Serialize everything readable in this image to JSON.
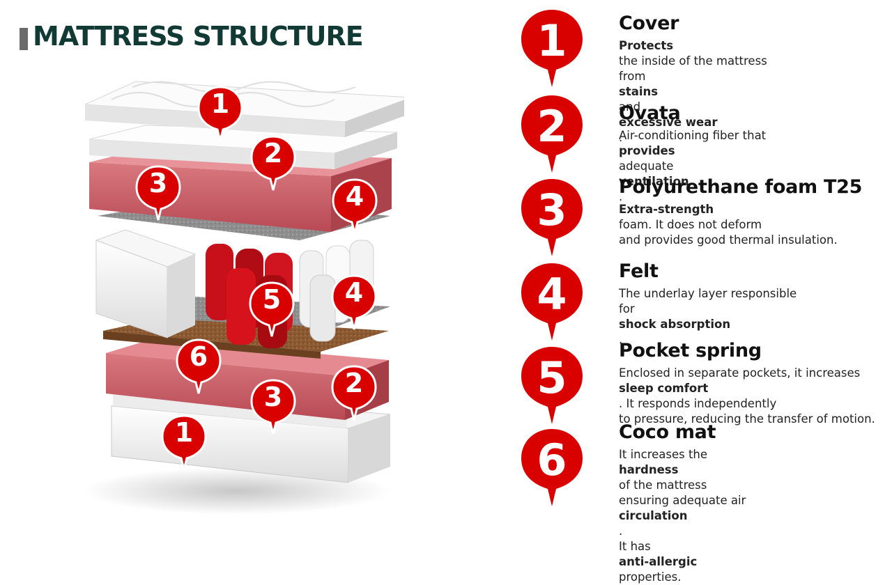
{
  "title": "MATTRESS STRUCTURE",
  "accent_color": "#d90000",
  "title_color": "#123a35",
  "illustration_markers": [
    "1",
    "2",
    "3",
    "4",
    "5",
    "4",
    "6",
    "3",
    "2",
    "1"
  ],
  "layers": [
    {
      "number": "1",
      "name": "Cover",
      "lines": [
        [
          {
            "t": "Protects",
            "b": true
          },
          {
            "t": " the inside of the mattress",
            "b": false
          }
        ],
        [
          {
            "t": "from ",
            "b": false
          },
          {
            "t": "stains",
            "b": true
          },
          {
            "t": " and ",
            "b": false
          },
          {
            "t": "excessive wear",
            "b": true
          },
          {
            "t": ".",
            "b": false
          }
        ]
      ]
    },
    {
      "number": "2",
      "name": "Ovata",
      "lines": [
        [
          {
            "t": "Air-conditioning fiber that ",
            "b": false
          },
          {
            "t": "provides",
            "b": true
          }
        ],
        [
          {
            "t": "adequate ",
            "b": false
          },
          {
            "t": "ventilation",
            "b": true
          },
          {
            "t": ".",
            "b": false
          }
        ]
      ]
    },
    {
      "number": "3",
      "name": "Polyurethane foam T25",
      "lines": [
        [
          {
            "t": "Extra-strength",
            "b": true
          },
          {
            "t": " foam. It does not deform",
            "b": false
          }
        ],
        [
          {
            "t": "and provides good thermal insulation.",
            "b": false
          }
        ]
      ]
    },
    {
      "number": "4",
      "name": "Felt",
      "lines": [
        [
          {
            "t": "The underlay layer responsible",
            "b": false
          }
        ],
        [
          {
            "t": "for ",
            "b": false
          },
          {
            "t": "shock absorption",
            "b": true
          },
          {
            "t": ".",
            "b": false
          }
        ]
      ]
    },
    {
      "number": "5",
      "name": "Pocket spring",
      "lines": [
        [
          {
            "t": "Enclosed in separate pockets, it increases",
            "b": false
          }
        ],
        [
          {
            "t": "sleep comfort",
            "b": true
          },
          {
            "t": ". It responds independently",
            "b": false
          }
        ],
        [
          {
            "t": "to pressure, reducing the transfer of motion.",
            "b": false
          }
        ]
      ]
    },
    {
      "number": "6",
      "name": "Coco mat",
      "lines": [
        [
          {
            "t": "It increases the ",
            "b": false
          },
          {
            "t": "hardness",
            "b": true
          },
          {
            "t": " of the mattress",
            "b": false
          }
        ],
        [
          {
            "t": "ensuring adequate air ",
            "b": false
          },
          {
            "t": "circulation",
            "b": true
          },
          {
            "t": ".",
            "b": false
          }
        ],
        [
          {
            "t": "It has ",
            "b": false
          },
          {
            "t": "anti-allergic",
            "b": true
          },
          {
            "t": " properties.",
            "b": false
          }
        ]
      ]
    }
  ]
}
